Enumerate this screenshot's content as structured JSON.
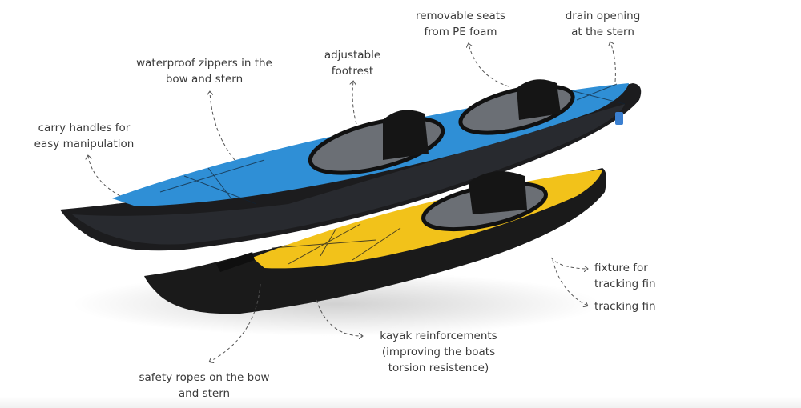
{
  "colors": {
    "blue_deck": "#2f8fd6",
    "yellow_deck": "#f2c21a",
    "hull": "#1c1c1e",
    "label_text": "#3a3a3a"
  },
  "labels": {
    "seats": [
      "removable seats",
      "from PE foam"
    ],
    "drain": [
      "drain opening",
      "at the stern"
    ],
    "footrest": [
      "adjustable",
      "footrest"
    ],
    "zippers": [
      "waterproof zippers in the",
      "bow and stern"
    ],
    "handles": [
      "carry handles for",
      "easy manipulation"
    ],
    "fixture": [
      "fixture for",
      "tracking fin"
    ],
    "fin": [
      "tracking fin"
    ],
    "reinforcements": [
      "kayak reinforcements",
      "(improving the boats",
      "torsion resistence)"
    ],
    "ropes": [
      "safety ropes on the bow",
      "and stern"
    ]
  }
}
